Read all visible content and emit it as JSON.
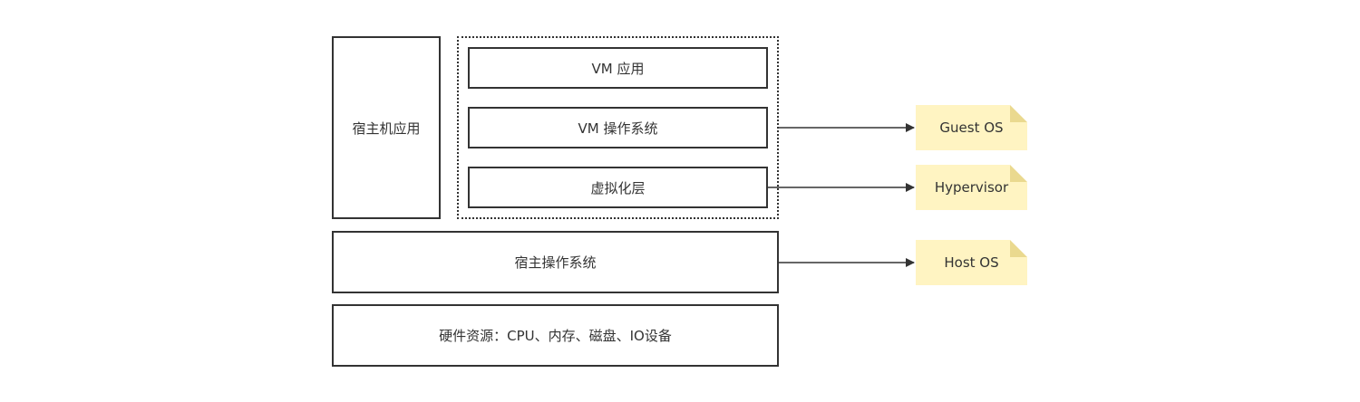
{
  "diagram": {
    "host_app": "宿主机应用",
    "vm_app": "VM 应用",
    "vm_os": "VM 操作系统",
    "virtualization_layer": "虚拟化层",
    "host_os": "宿主操作系统",
    "hardware": "硬件资源：CPU、内存、磁盘、IO设备",
    "notes": {
      "guest_os": "Guest OS",
      "hypervisor": "Hypervisor",
      "host_os": "Host OS"
    },
    "colors": {
      "stroke": "#333333",
      "note_fill": "#fff4c2",
      "note_fold": "#ead98f"
    }
  }
}
